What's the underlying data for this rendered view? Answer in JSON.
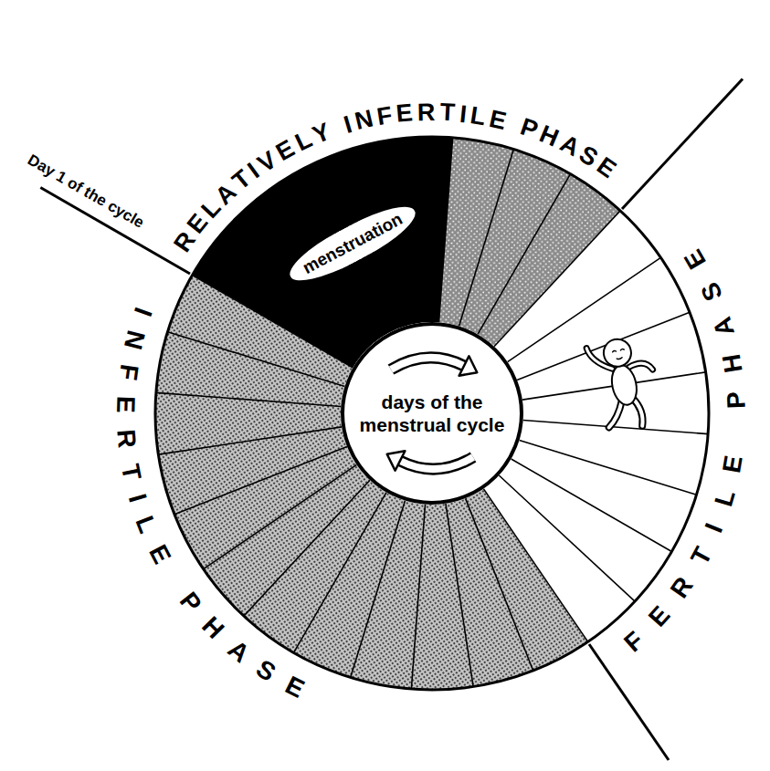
{
  "diagram": {
    "nodes": [
      {
        "text": [
          "menstruation"
        ]
      },
      {
        "text": [
          "days of the menstrual cycle"
        ]
      }
    ],
    "labels": [
      "Day 1 of the cycle",
      "RELATIVELY INFERTILE PHASE",
      "FERTILE PHASE",
      "INFERTILE PHASE"
    ]
  }
}
